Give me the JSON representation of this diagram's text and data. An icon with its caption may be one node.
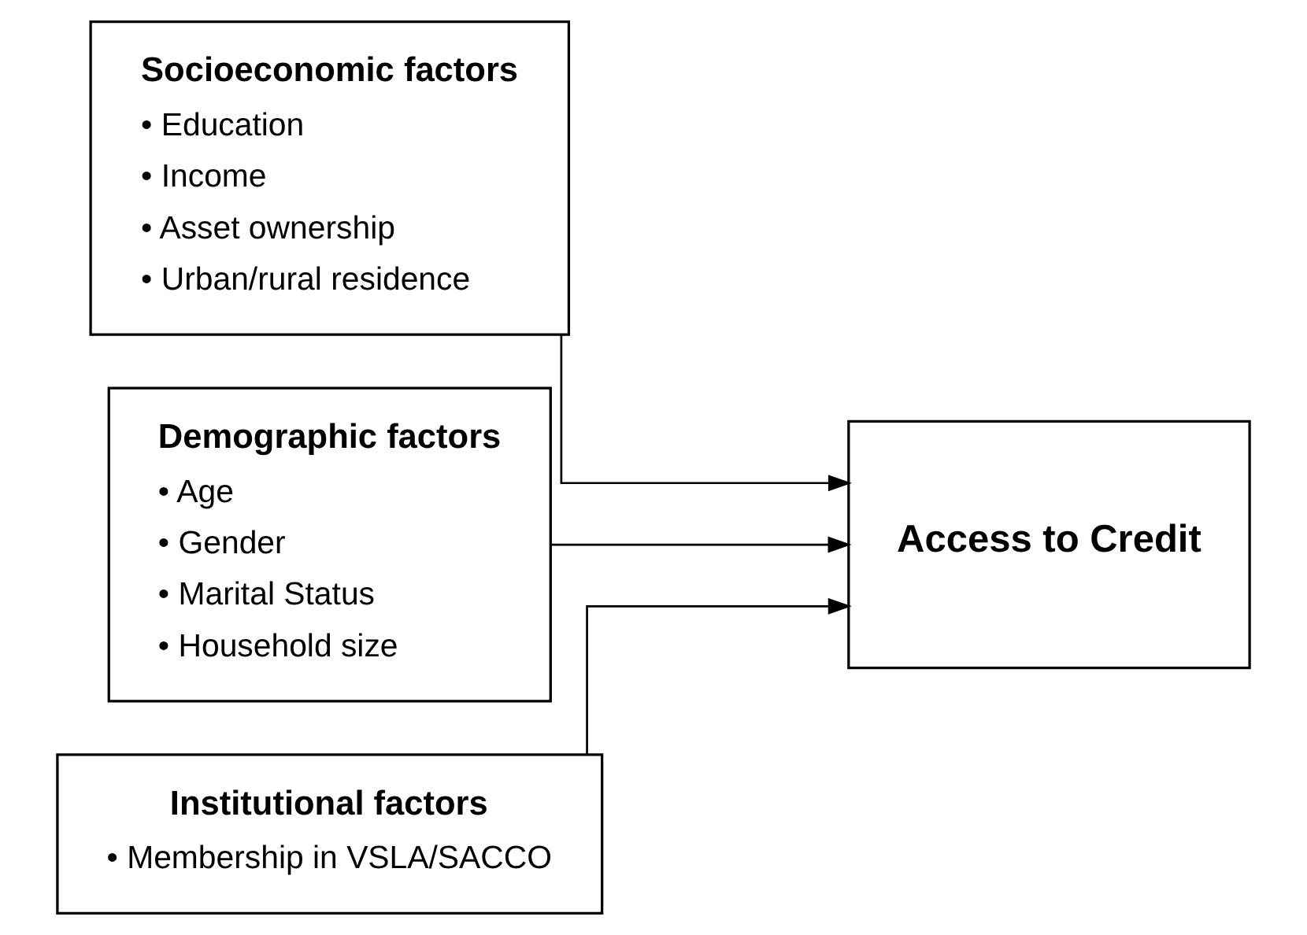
{
  "diagram": {
    "nodes": [
      {
        "text": [
          "Socioeconomic factors",
          "• Education",
          "• Income",
          "• Asset ownership",
          "• Urban/rural residence"
        ]
      },
      {
        "text": [
          "Demographic factors",
          "• Age",
          "• Gender",
          "• Marital Status",
          "• Household size"
        ]
      },
      {
        "text": [
          "Institutional factors",
          "• Membership in VSLA/SACCO"
        ]
      },
      {
        "text": [
          "Access to Credit"
        ]
      }
    ],
    "edges": [
      {
        "from": 0,
        "to": 3,
        "arrow": "to"
      },
      {
        "from": 1,
        "to": 3,
        "arrow": "to"
      },
      {
        "from": 2,
        "to": 3,
        "arrow": "to"
      }
    ]
  }
}
